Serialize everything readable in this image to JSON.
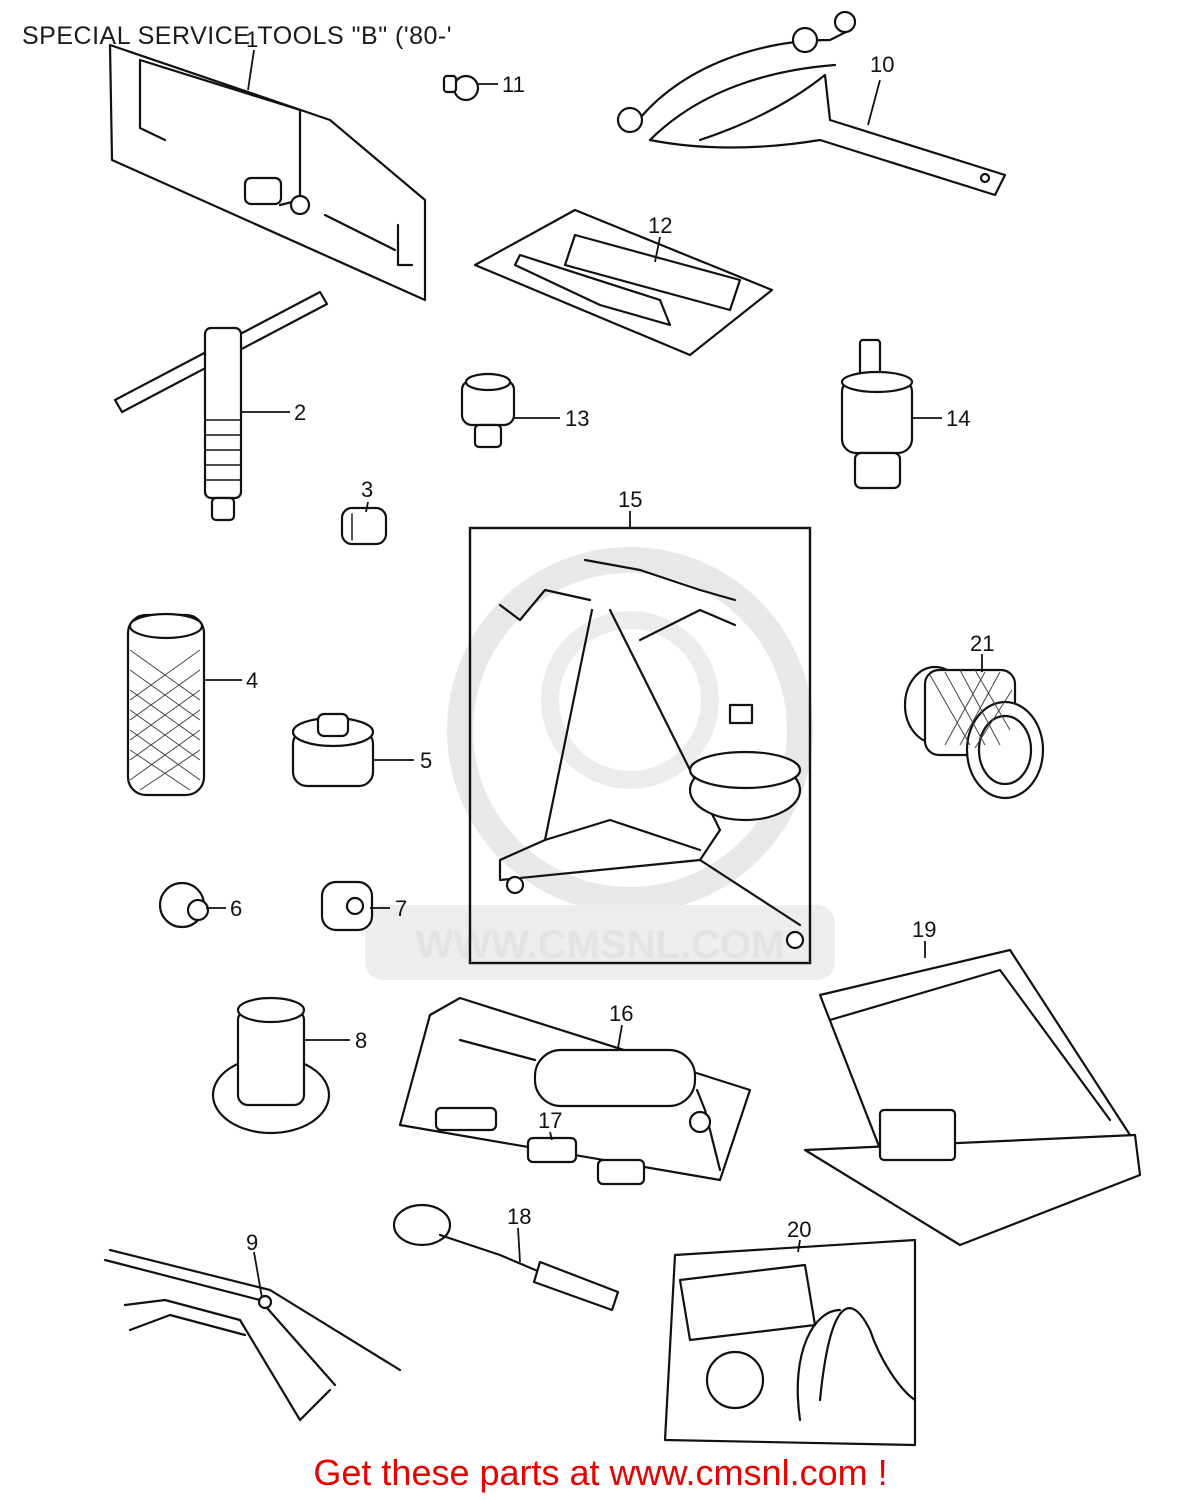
{
  "page": {
    "title": "SPECIAL SERVICE TOOLS \"B\" ('80-'",
    "footer_cta": "Get these parts at www.cmsnl.com !"
  },
  "watermark": {
    "text": "WWW.CMSNL.COM",
    "color": "#e3e3e3"
  },
  "callouts": [
    "1",
    "2",
    "3",
    "4",
    "5",
    "6",
    "7",
    "8",
    "9",
    "10",
    "11",
    "12",
    "13",
    "14",
    "15",
    "16",
    "17",
    "18",
    "19",
    "20",
    "21"
  ],
  "colors": {
    "ink": "#111111",
    "cta": "#e60000",
    "background": "#ffffff"
  }
}
